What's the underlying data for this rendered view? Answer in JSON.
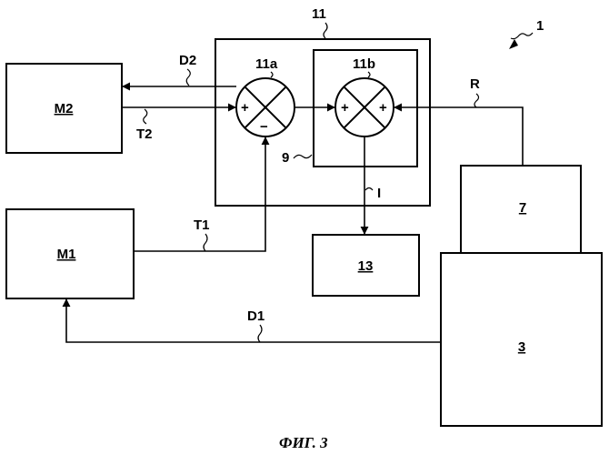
{
  "figure_number": "1",
  "caption": "ФИГ. 3",
  "blocks": {
    "m2": "M2",
    "m1": "M1",
    "controller": "11",
    "inner": "9",
    "b13": "13",
    "b7": "7",
    "b3": "3"
  },
  "summers": {
    "a": {
      "label": "11a",
      "sign_left": "+",
      "sign_bottom": "−"
    },
    "b": {
      "label": "11b",
      "sign_left": "+",
      "sign_right": "+"
    }
  },
  "signals": {
    "d2": "D2",
    "t2": "T2",
    "t1": "T1",
    "d1": "D1",
    "r": "R",
    "i": "I"
  }
}
